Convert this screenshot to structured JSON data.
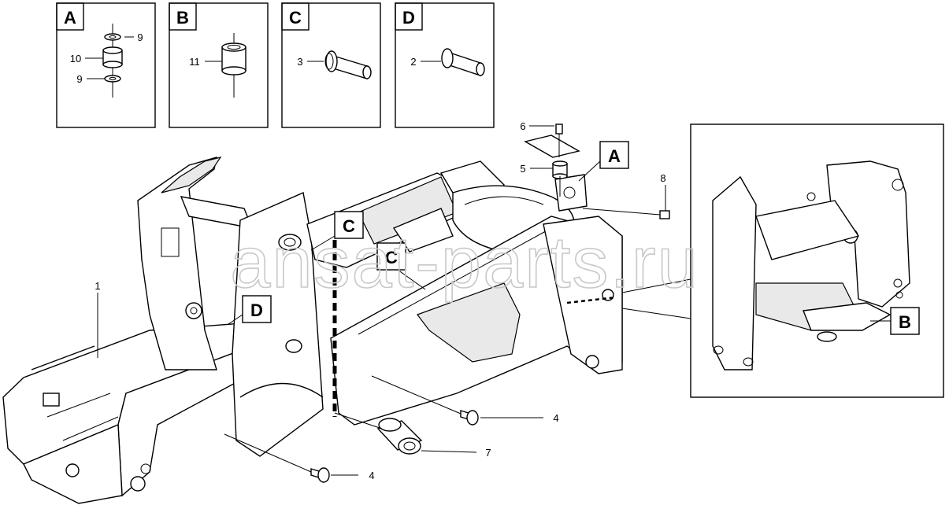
{
  "detail_boxes": [
    {
      "letter": "A",
      "parts": [
        "9",
        "10",
        "9"
      ]
    },
    {
      "letter": "B",
      "parts": [
        "11"
      ]
    },
    {
      "letter": "C",
      "parts": [
        "3"
      ]
    },
    {
      "letter": "D",
      "parts": [
        "2"
      ]
    }
  ],
  "callouts": {
    "frame": "C",
    "frame_2": "C",
    "frame_d": "D",
    "top_a": "A",
    "inset_b": "B"
  },
  "part_numbers": {
    "n1": "1",
    "n4_lower": "4",
    "n4_right": "4",
    "n5": "5",
    "n6": "6",
    "n7": "7",
    "n8": "8"
  },
  "watermark": "ansat-parts.ru"
}
